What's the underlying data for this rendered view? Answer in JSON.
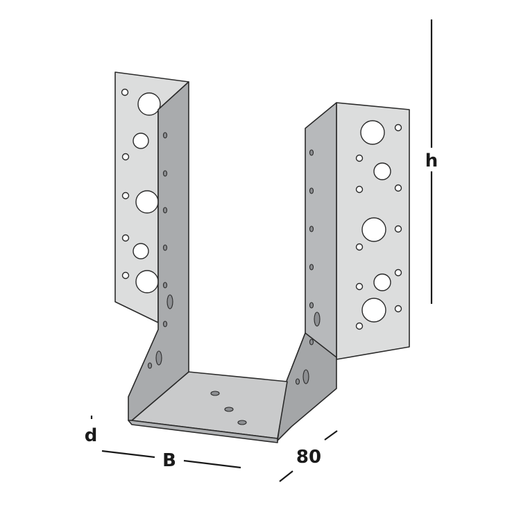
{
  "labels": {
    "height": "h",
    "width": "B",
    "depth": "80",
    "thickness": "d"
  },
  "colors": {
    "flange": "#d9dadb",
    "side_wall": "#a9abad",
    "base": "#c8c9ca",
    "outline": "#2a2a2a"
  }
}
